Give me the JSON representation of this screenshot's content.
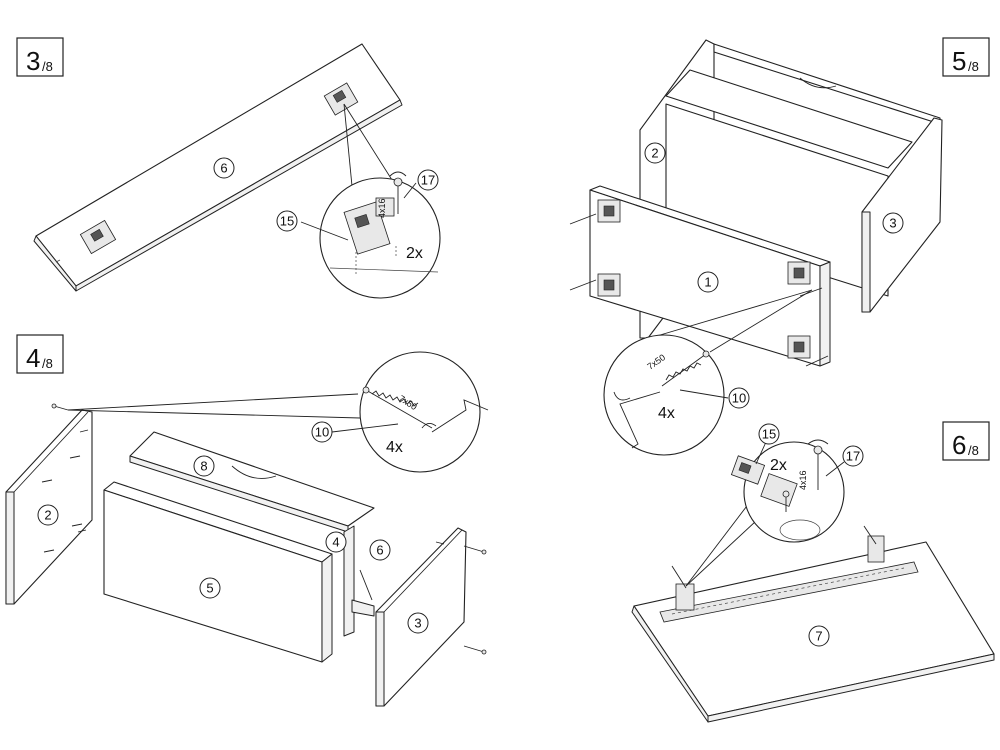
{
  "steps": [
    {
      "main": "3",
      "sub": "/8"
    },
    {
      "main": "4",
      "sub": "/8"
    },
    {
      "main": "5",
      "sub": "/8"
    },
    {
      "main": "6",
      "sub": "/8"
    }
  ],
  "parts": {
    "p1": "1",
    "p2": "2",
    "p3": "3",
    "p4": "4",
    "p5": "5",
    "p6": "6",
    "p7": "7",
    "p8": "8",
    "p10": "10",
    "p15": "15",
    "p17": "17"
  },
  "quantities": {
    "step3_hinge": "2x",
    "step4_bolt": "4x",
    "step5_bolt": "4x",
    "step6_hinge": "2x"
  },
  "sizes": {
    "screw": "4x16",
    "bolt": "7x50"
  }
}
